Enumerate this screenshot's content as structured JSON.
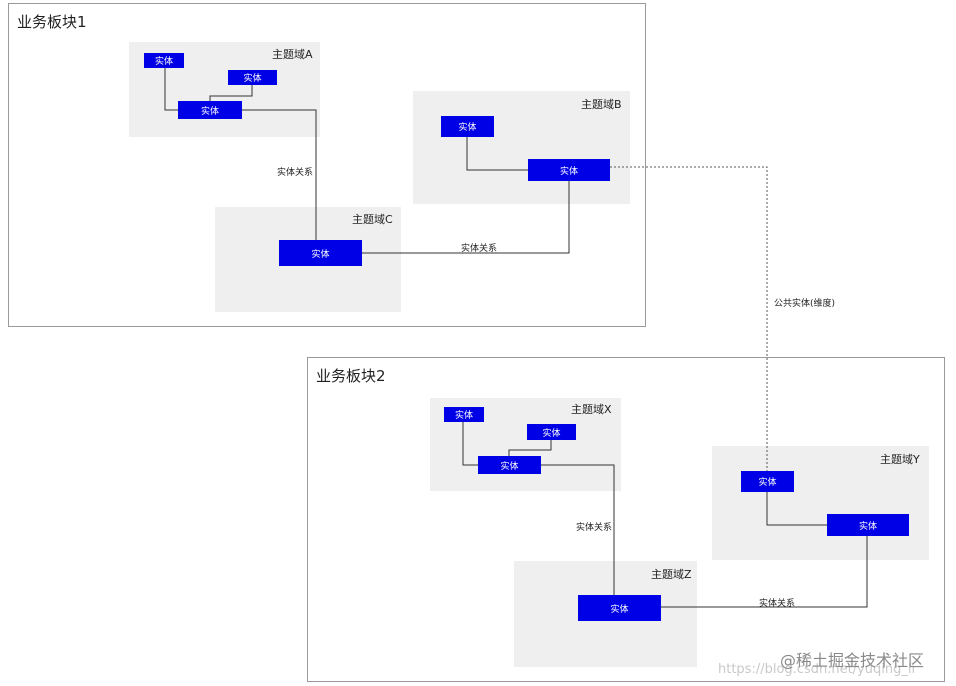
{
  "block1": {
    "title": "业务板块1",
    "domainA": {
      "label": "主题域A",
      "entities": [
        "实体",
        "实体",
        "实体"
      ]
    },
    "domainB": {
      "label": "主题域B",
      "entities": [
        "实体",
        "实体"
      ]
    },
    "domainC": {
      "label": "主题域C",
      "entities": [
        "实体"
      ]
    },
    "relation_ac": "实体关系",
    "relation_cb": "实体关系"
  },
  "block2": {
    "title": "业务板块2",
    "domainX": {
      "label": "主题域X",
      "entities": [
        "实体",
        "实体",
        "实体"
      ]
    },
    "domainY": {
      "label": "主题域Y",
      "entities": [
        "实体",
        "实体"
      ]
    },
    "domainZ": {
      "label": "主题域Z",
      "entities": [
        "实体"
      ]
    },
    "relation_xz": "实体关系",
    "relation_zy": "实体关系"
  },
  "shared_link": {
    "label": "公共实体(维度)"
  },
  "watermark": {
    "text": "@稀土掘金技术社区",
    "url": "https://blog.csdn.net/yuqing_li"
  },
  "colors": {
    "entity": "#0000e6",
    "domain_bg": "#efefef",
    "block_border": "#9a9a9a"
  }
}
